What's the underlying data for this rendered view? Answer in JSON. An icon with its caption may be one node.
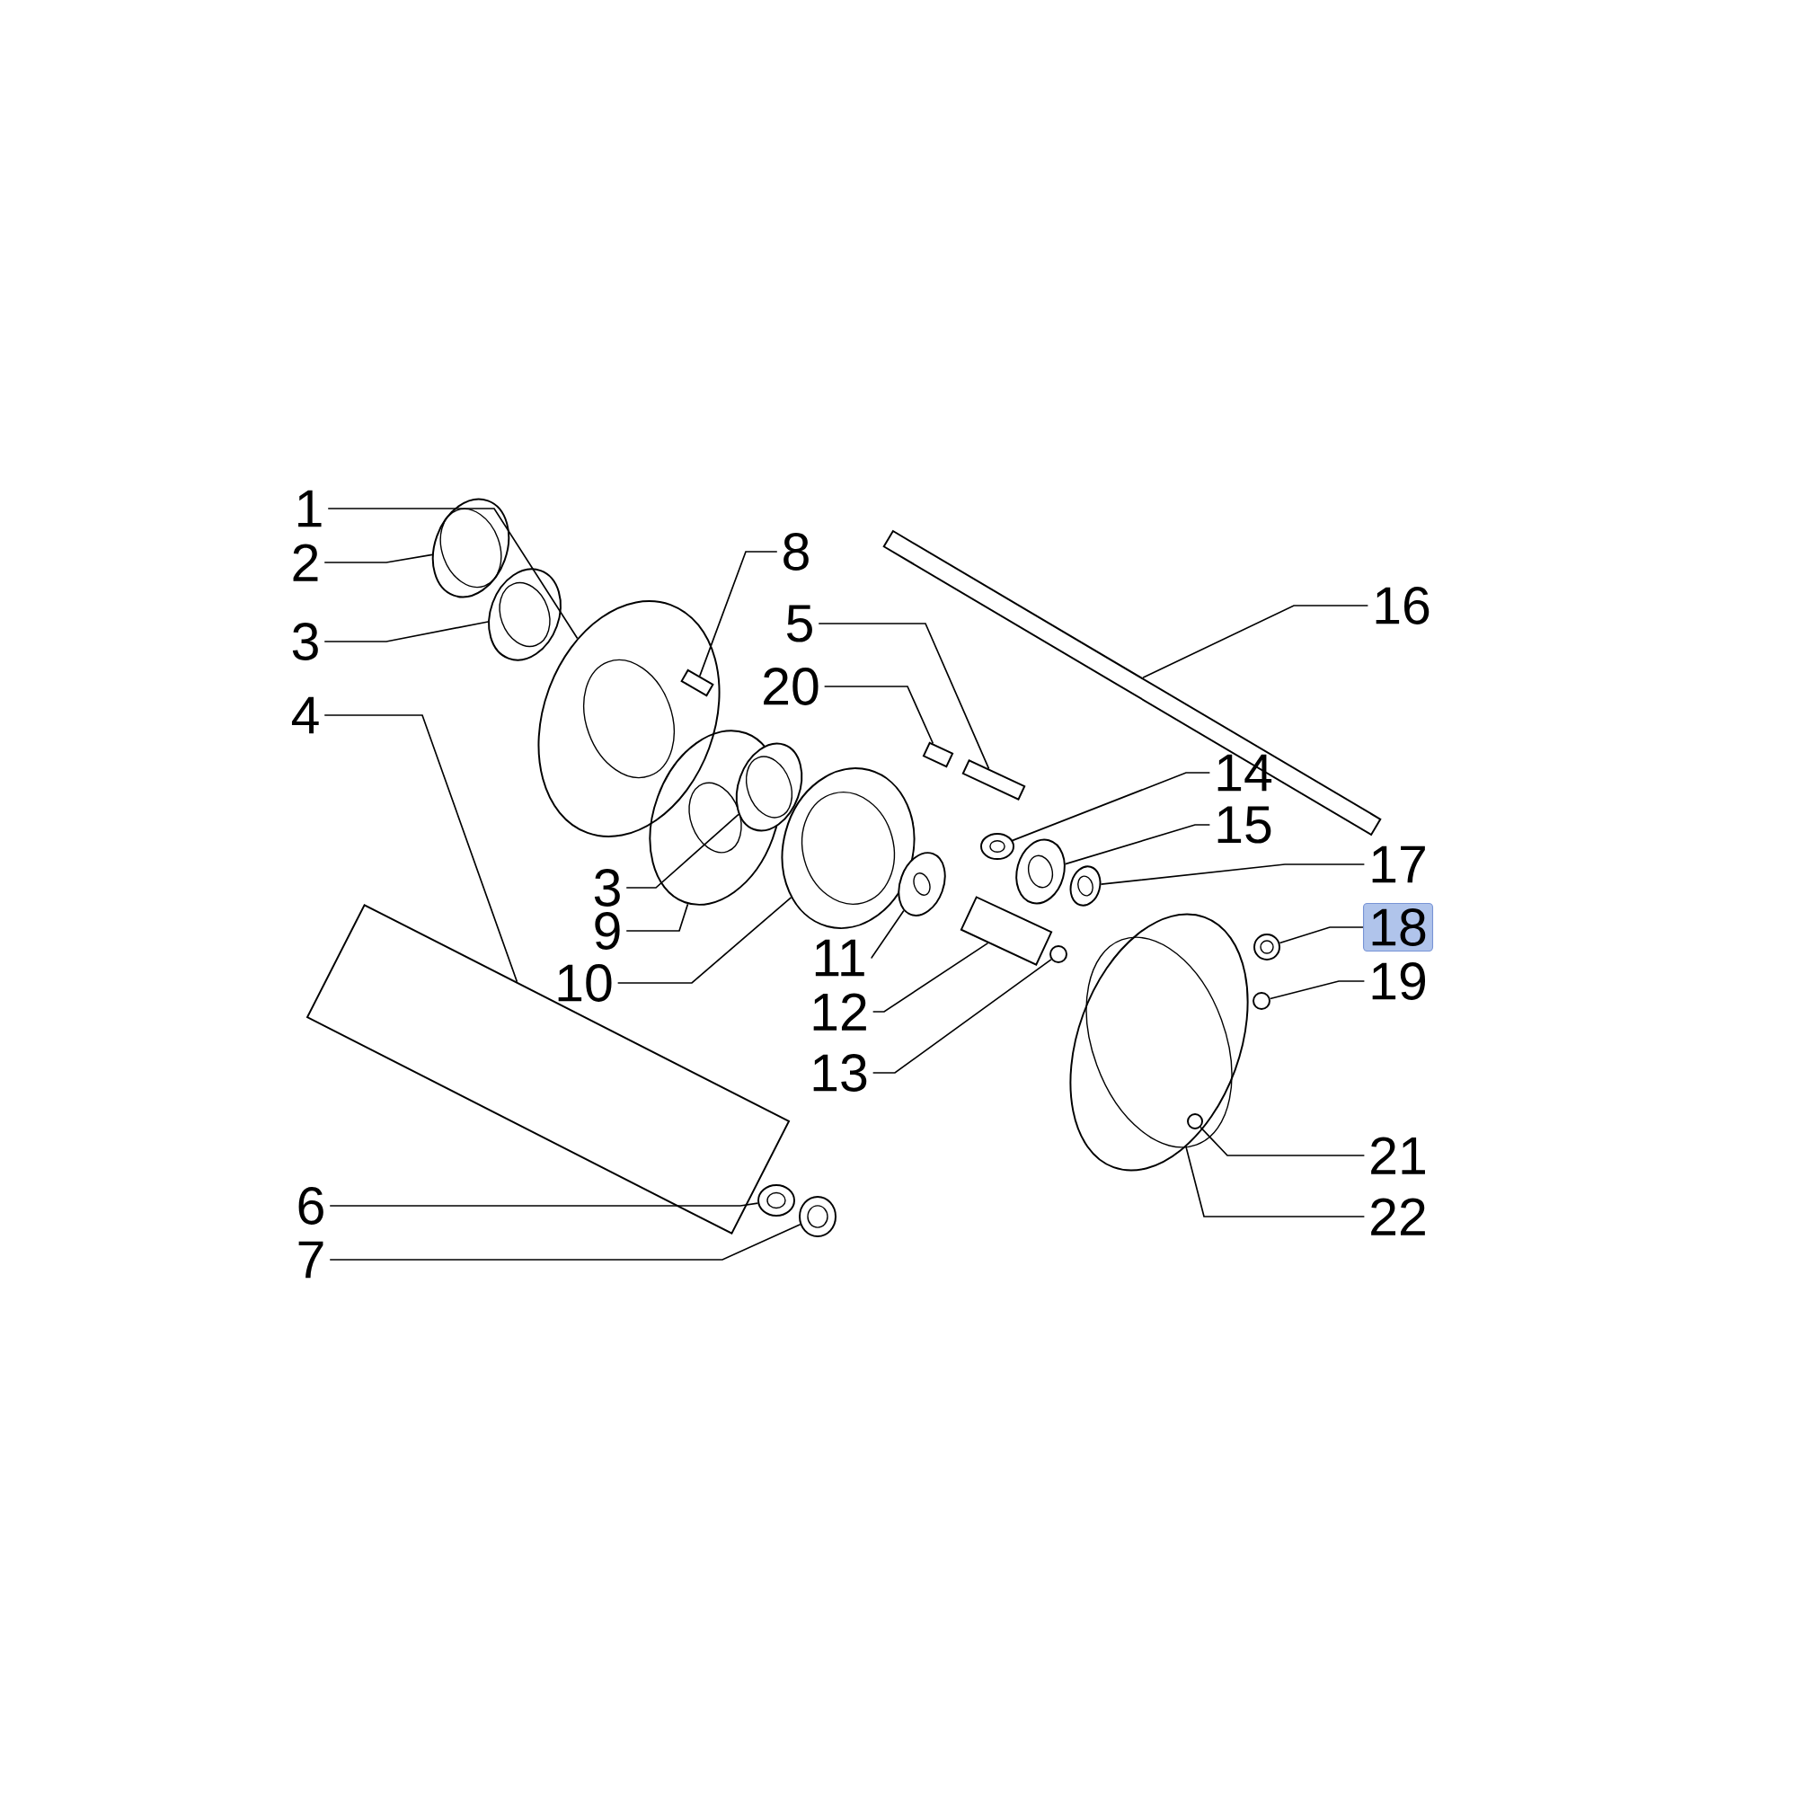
{
  "diagram": {
    "nodes": [
      {
        "text": [
          "1"
        ]
      },
      {
        "text": [
          "2"
        ]
      },
      {
        "text": [
          "3"
        ]
      },
      {
        "text": [
          "4"
        ]
      },
      {
        "text": [
          "8"
        ]
      },
      {
        "text": [
          "5"
        ]
      },
      {
        "text": [
          "20"
        ]
      },
      {
        "text": [
          "3"
        ]
      },
      {
        "text": [
          "9"
        ]
      },
      {
        "text": [
          "10"
        ]
      },
      {
        "text": [
          "11"
        ]
      },
      {
        "text": [
          "12"
        ]
      },
      {
        "text": [
          "13"
        ]
      },
      {
        "text": [
          "14"
        ]
      },
      {
        "text": [
          "15"
        ]
      },
      {
        "text": [
          "16"
        ]
      },
      {
        "text": [
          "17"
        ]
      },
      {
        "text": [
          "18"
        ]
      },
      {
        "text": [
          "19"
        ]
      },
      {
        "text": [
          "21"
        ]
      },
      {
        "text": [
          "22"
        ]
      },
      {
        "text": [
          "6"
        ]
      },
      {
        "text": [
          "7"
        ]
      },
      {
        "text": [],
        "shape": "picture"
      },
      {
        "text": [],
        "shape": "picture"
      },
      {
        "text": [],
        "shape": "picture"
      },
      {
        "text": [],
        "shape": "box"
      },
      {
        "text": [],
        "shape": "box",
        "in": 23
      },
      {
        "text": [],
        "shape": "box"
      },
      {
        "text": [],
        "shape": "box"
      },
      {
        "text": [],
        "shape": "picture"
      },
      {
        "text": [],
        "shape": "picture"
      },
      {
        "text": [],
        "shape": "picture"
      },
      {
        "text": [],
        "shape": "picture"
      },
      {
        "text": [],
        "shape": "box"
      },
      {
        "text": [],
        "shape": "circle"
      },
      {
        "text": [],
        "shape": "picture"
      },
      {
        "text": [],
        "shape": "picture"
      },
      {
        "text": [],
        "shape": "box"
      },
      {
        "text": [],
        "shape": "picture"
      },
      {
        "text": [],
        "shape": "picture"
      },
      {
        "text": [],
        "shape": "circle"
      },
      {
        "text": [],
        "shape": "picture"
      },
      {
        "text": [],
        "shape": "circle",
        "in": 42
      },
      {
        "text": [],
        "shape": "picture"
      },
      {
        "text": [],
        "shape": "picture"
      }
    ],
    "edges": [
      {
        "from": 0,
        "to": 23,
        "arrow": "none"
      },
      {
        "from": 1,
        "to": 24,
        "arrow": "none"
      },
      {
        "from": 2,
        "to": 25,
        "arrow": "none"
      },
      {
        "from": 3,
        "to": 26,
        "arrow": "none"
      },
      {
        "from": 4,
        "to": 27,
        "arrow": "none"
      },
      {
        "from": 5,
        "to": 28,
        "arrow": "none"
      },
      {
        "from": 6,
        "to": 29,
        "arrow": "none"
      },
      {
        "from": 7,
        "to": 30,
        "arrow": "none"
      },
      {
        "from": 8,
        "to": 31,
        "arrow": "none"
      },
      {
        "from": 9,
        "to": 32,
        "arrow": "none"
      },
      {
        "from": 10,
        "to": 33,
        "arrow": "none"
      },
      {
        "from": 11,
        "to": 34,
        "arrow": "none"
      },
      {
        "from": 12,
        "to": 35,
        "arrow": "none"
      },
      {
        "from": 13,
        "to": 36,
        "arrow": "none"
      },
      {
        "from": 14,
        "to": 37,
        "arrow": "none"
      },
      {
        "from": 15,
        "to": 38,
        "arrow": "none"
      },
      {
        "from": 16,
        "to": 39,
        "arrow": "none"
      },
      {
        "from": 17,
        "to": 40,
        "arrow": "none"
      },
      {
        "from": 18,
        "to": 41,
        "arrow": "none"
      },
      {
        "from": 19,
        "to": 43,
        "arrow": "none"
      },
      {
        "from": 20,
        "to": 42,
        "arrow": "none"
      },
      {
        "from": 21,
        "to": 44,
        "arrow": "none"
      },
      {
        "from": 22,
        "to": 45,
        "arrow": "none"
      }
    ]
  }
}
